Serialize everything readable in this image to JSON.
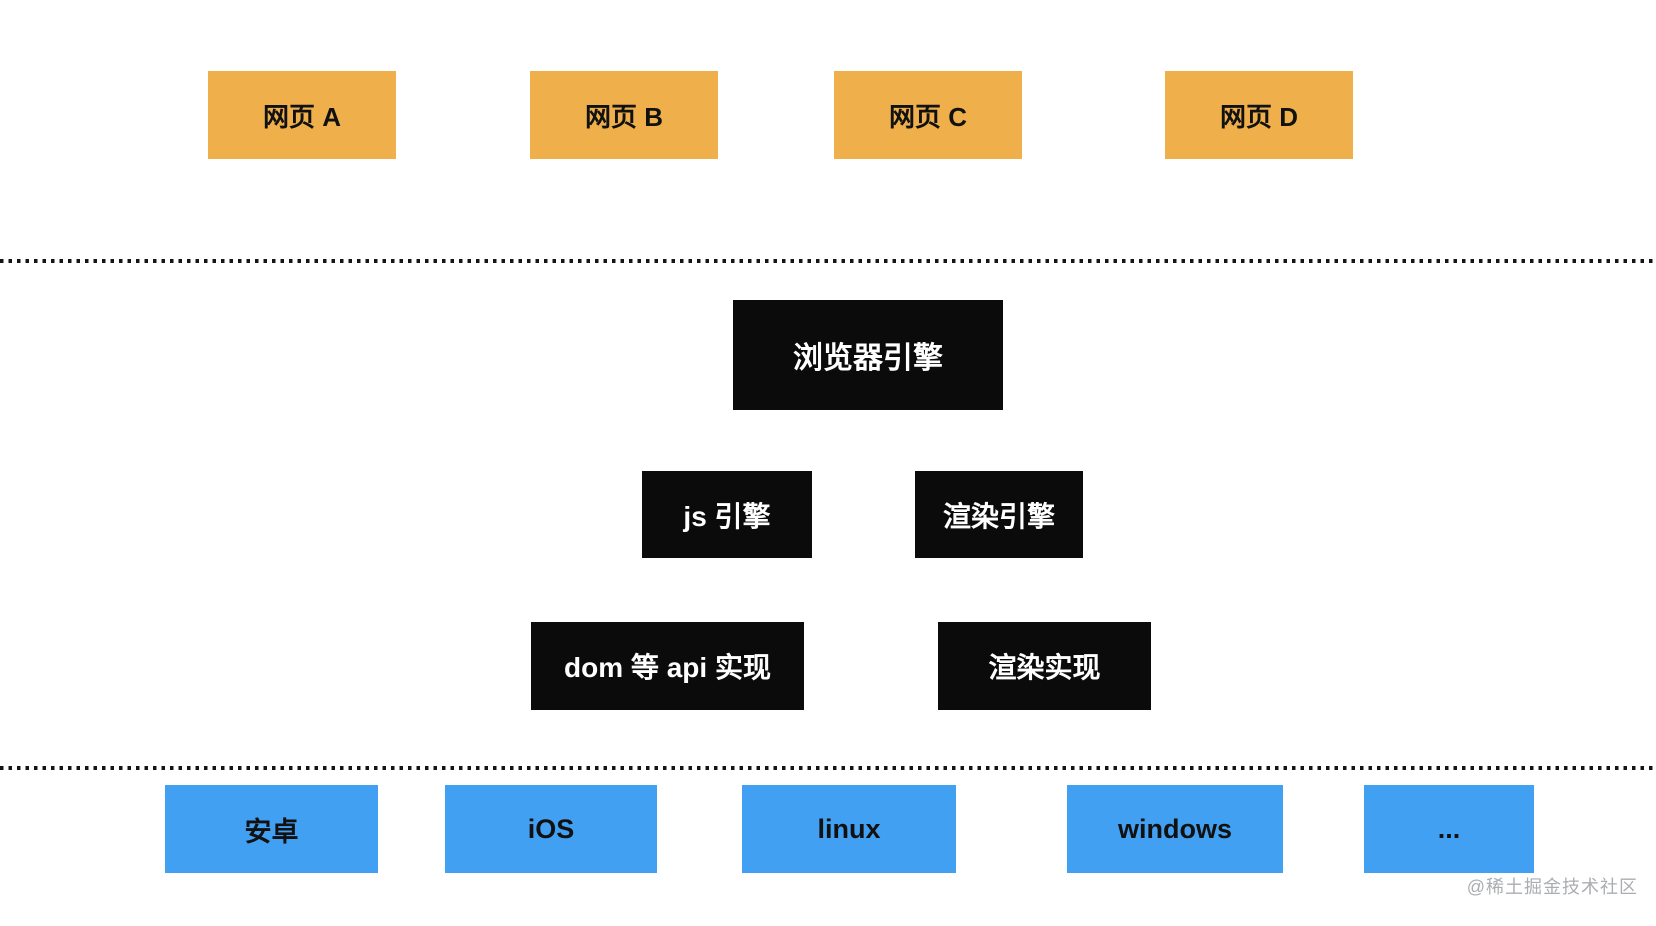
{
  "diagram": {
    "pages": [
      {
        "label": "网页 A"
      },
      {
        "label": "网页 B"
      },
      {
        "label": "网页 C"
      },
      {
        "label": "网页 D"
      }
    ],
    "browser_engine": {
      "label": "浏览器引擎"
    },
    "engines": [
      {
        "label": "js 引擎"
      },
      {
        "label": "渲染引擎"
      }
    ],
    "implementations": [
      {
        "label": "dom 等 api 实现"
      },
      {
        "label": "渲染实现"
      }
    ],
    "platforms": [
      {
        "label": "安卓"
      },
      {
        "label": "iOS"
      },
      {
        "label": "linux"
      },
      {
        "label": "windows"
      },
      {
        "label": "..."
      }
    ]
  },
  "watermark": {
    "text": "@稀土掘金技术社区"
  },
  "colors": {
    "page_box": "#efaf4b",
    "engine_box": "#0b0b0b",
    "platform_box": "#42a0f2",
    "text_on_dark": "#ffffff",
    "text_on_light": "#111111",
    "watermark": "#abadb2",
    "divider": "#141414"
  }
}
